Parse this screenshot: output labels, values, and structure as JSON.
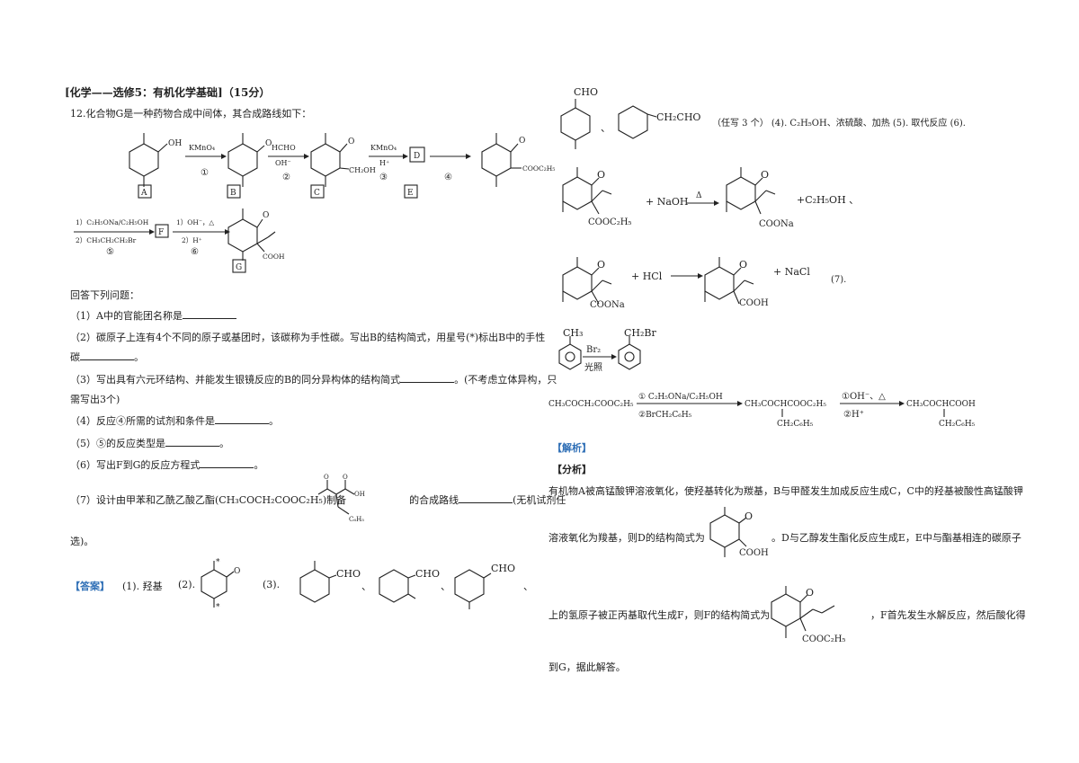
{
  "header": {
    "title": "[化学——选修5：有机化学基础]（15分）"
  },
  "problem": {
    "intro": "12.化合物G是一种药物合成中间体，其合成路线如下：",
    "route": {
      "labels": [
        "A",
        "B",
        "C",
        "D",
        "E",
        "F",
        "G"
      ],
      "steps": [
        {
          "top": "KMnO₄",
          "bottom": "",
          "num": "①"
        },
        {
          "top": "HCHO",
          "bottom": "OH⁻",
          "num": "②"
        },
        {
          "top": "KMnO₄",
          "bottom": "H⁺",
          "num": "③"
        },
        {
          "top": "",
          "bottom": "",
          "num": "④"
        },
        {
          "top": "1）C₂H₅ONa/C₂H₅OH",
          "bottom": "2）CH₃CH₂CH₂Br",
          "num": "⑤"
        },
        {
          "top": "1）OH⁻，△",
          "bottom": "2）H⁺",
          "num": "⑥"
        }
      ],
      "groups": {
        "oh": "OH",
        "ch2oh": "CH₂OH",
        "cooet": "COOC₂H₅",
        "cooh": "COOH",
        "o": "O"
      }
    },
    "answer_prompt": "回答下列问题：",
    "questions": [
      "（1）A中的官能团名称是",
      "（2）碳原子上连有4个不同的原子或基团时，该碳称为手性碳。写出B的结构简式，用星号(*)标出B中的手性",
      "碳",
      "（3）写出具有六元环结构、并能发生银镜反应的B的同分异构体的结构简式",
      "。(不考虑立体异构，只",
      "需写出3个)",
      "（4）反应④所需的试剂和条件是",
      "（5）⑤的反应类型是",
      "（6）写出F到G的反应方程式",
      "（7）设计由甲苯和乙酰乙酸乙酯(CH₃COCH₂COOC₂H₅)制备",
      "的合成路线",
      "(无机试剂任",
      "选)。"
    ],
    "q7_struct": {
      "o1": "O",
      "o2": "O",
      "oh": "OH",
      "c6h5": "C₆H₅"
    }
  },
  "answer": {
    "tag": "【答案】",
    "a1": "(1). 羟基",
    "a2": "(2).",
    "a3": "(3).",
    "star": "*",
    "cho": "CHO",
    "sep": "、",
    "line2": "（任写 3 个）     (4). C₂H₅OH、浓硫酸、加热     (5). 取代反应     (6).",
    "ch2cho": "CH₂CHO",
    "eq1": {
      "plus1": "+ NaOH",
      "cond": "Δ",
      "plus2": "+C₂H₅OH 、",
      "o": "O",
      "cooet": "COOC₂H₅",
      "coona": "COONa"
    },
    "eq2": {
      "plus1": "+ HCl",
      "plus2": "+ NaCl",
      "num": "(7).",
      "o": "O",
      "coona": "COONa",
      "cooh": "COOH"
    },
    "eq3": {
      "ch3": "CH₃",
      "ch2br": "CH₂Br",
      "reagent": "Br₂",
      "cond": "光照"
    },
    "eq4": {
      "start": "CH₃COCH₂COOC₂H₅",
      "c1": "① C₂H₅ONa/C₂H₅OH",
      "c2": "②BrCH₂C₆H₅",
      "mid": "CH₃COCHCOOC₂H₅",
      "mid_sub": "CH₂C₆H₅",
      "c3": "①OH⁻、△",
      "c4": "②H⁺",
      "end": "CH₃COCHCOOH",
      "end_sub": "CH₂C₆H₅"
    }
  },
  "analysis": {
    "jiexi": "【解析】",
    "fenxi": "【分析】",
    "p1": "有机物A被高锰酸钾溶液氧化，使羟基转化为羰基，B与甲醛发生加成反应生成C，C中的羟基被酸性高锰酸钾",
    "p2a": "溶液氧化为羧基，则D的结构简式为",
    "p2b": "。D与乙醇发生酯化反应生成E，E中与酯基相连的碳原子",
    "p3a": "上的氢原子被正丙基取代生成F，则F的结构简式为",
    "p3b": "，F首先发生水解反应，然后酸化得",
    "p4": "到G，据此解答。",
    "o": "O",
    "cooh": "COOH",
    "cooet": "COOC₂H₅"
  }
}
